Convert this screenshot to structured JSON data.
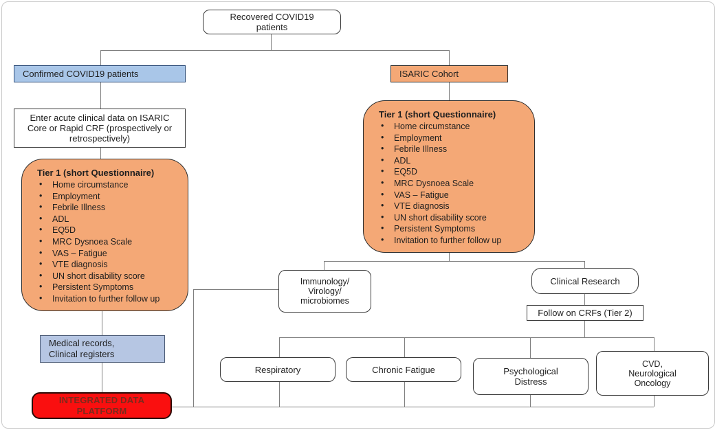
{
  "figure": {
    "recovered": "Recovered COVID19\npatients",
    "confirmed": "Confirmed COVID19 patients",
    "isaric": "ISARIC Cohort",
    "acute_crf": "Enter acute clinical data on ISARIC\nCore or Rapid CRF (prospectively or\nretrospectively)",
    "tier1": {
      "title": "Tier 1 (short Questionnaire)",
      "items": [
        "Home circumstance",
        "Employment",
        "Febrile Illness",
        "ADL",
        "EQ5D",
        "MRC Dysnoea Scale",
        "VAS – Fatigue",
        "VTE diagnosis",
        "UN short disability score",
        "Persistent Symptoms",
        "Invitation to further follow up"
      ]
    },
    "immunology": "Immunology/\nVirology/\nmicrobiomes",
    "clinical_research": "Clinical Research",
    "follow_on_crfs": "Follow on CRFs (Tier 2)",
    "respiratory": "Respiratory",
    "chronic_fatigue": "Chronic Fatigue",
    "psychological": "Psychological\nDistress",
    "cvd": "CVD,\nNeurological\nOncology",
    "medical_records": "Medical records,\nClinical registers",
    "integrated_platform": "INTEGRATED DATA\nPLATFORM",
    "colors": {
      "orange_fill": "#F4A876",
      "blue_fill": "#A9C6E8",
      "steel_blue_fill": "#B6C6E3",
      "red_fill": "#FA0F0F",
      "red_text": "#7A2B1D",
      "connector_gray": "#7F7F7F"
    }
  }
}
